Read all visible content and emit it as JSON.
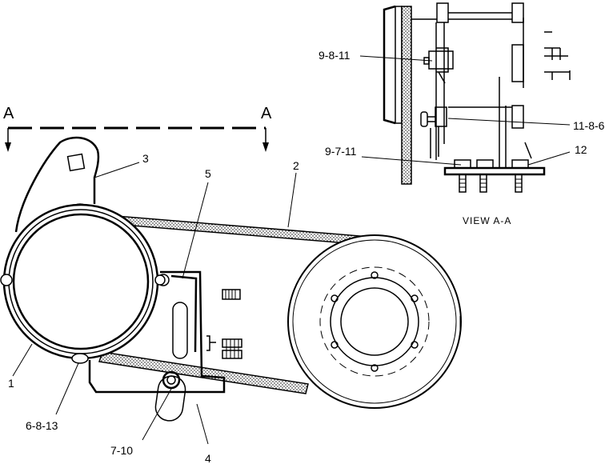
{
  "section_marker": {
    "left": "A",
    "right": "A"
  },
  "view_title": "VIEW A-A",
  "callouts": {
    "c1": "1",
    "c2": "2",
    "c3": "3",
    "c4": "4",
    "c5": "5",
    "c6813": "6-8-13",
    "c710": "7-10",
    "c9811": "9-8-11",
    "c1186": "11-8-6",
    "c9711": "9-7-11",
    "c12": "12"
  }
}
